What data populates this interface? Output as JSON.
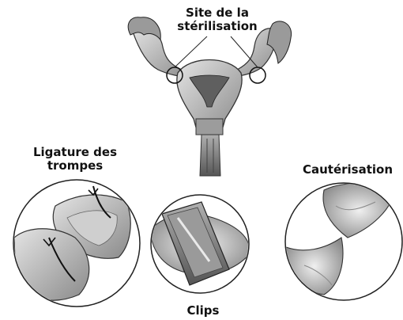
{
  "labels": {
    "site_line1": "Site de la",
    "site_line2": "stérilisation",
    "ligature_line1": "Ligature des",
    "ligature_line2": "trompes",
    "cauterisation": "Cautérisation",
    "clips": "Clips"
  }
}
